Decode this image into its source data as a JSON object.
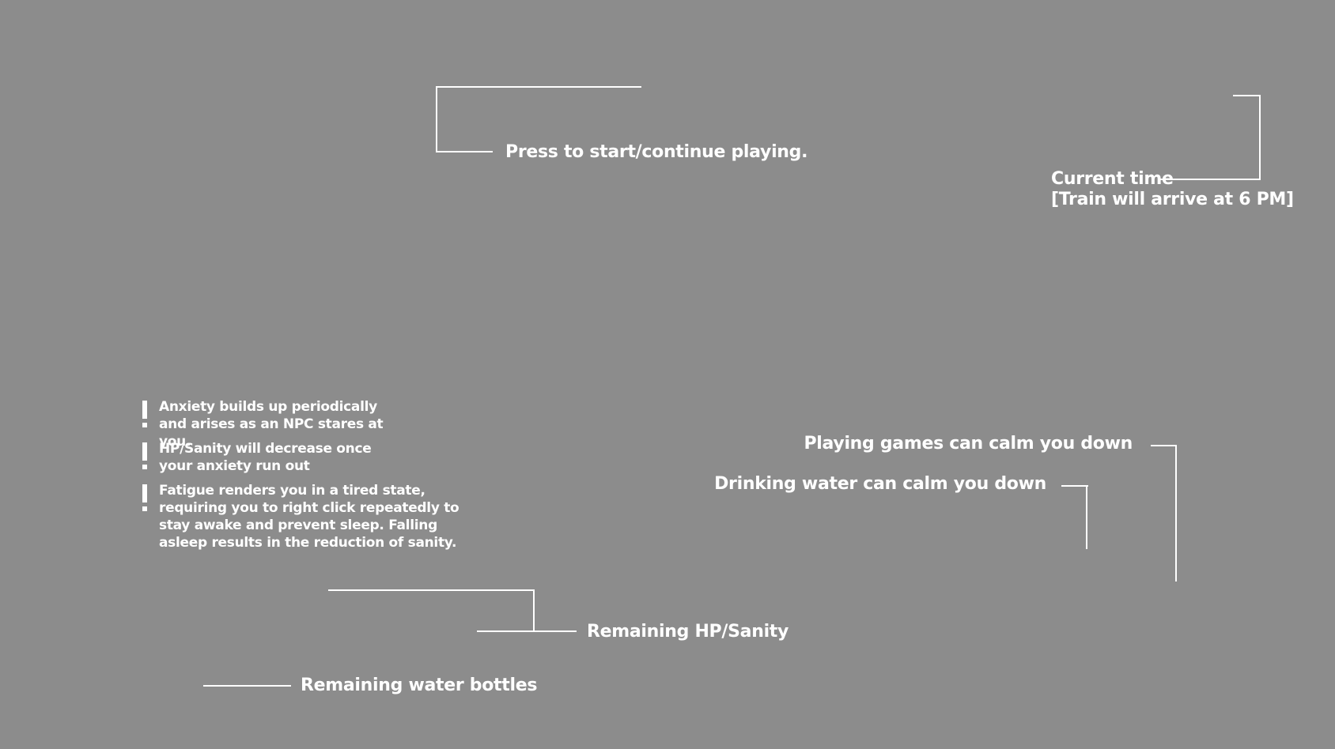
{
  "callouts": {
    "start": "Press to start/continue playing.",
    "time_line1": "Current time",
    "time_line2": "[Train will arrive at 6 PM]",
    "games": "Playing games can calm you down",
    "water": "Drinking water can calm you down",
    "hp": "Remaining HP/Sanity",
    "bottles": "Remaining water bottles"
  },
  "warnings": [
    {
      "icon": "exclamation-icon",
      "text": "Anxiety builds up periodically and arises as an NPC stares at you."
    },
    {
      "icon": "exclamation-icon",
      "text": "HP/Sanity will decrease once your anxiety run out"
    },
    {
      "icon": "exclamation-icon",
      "text": "Fatigue renders you in a tired state, requiring you to right click repeatedly to stay awake and prevent sleep. Falling asleep results in the reduction of sanity."
    }
  ],
  "colors": {
    "overlay": "#8c8c8c",
    "text": "#ffffff",
    "lines": "#ffffff"
  }
}
